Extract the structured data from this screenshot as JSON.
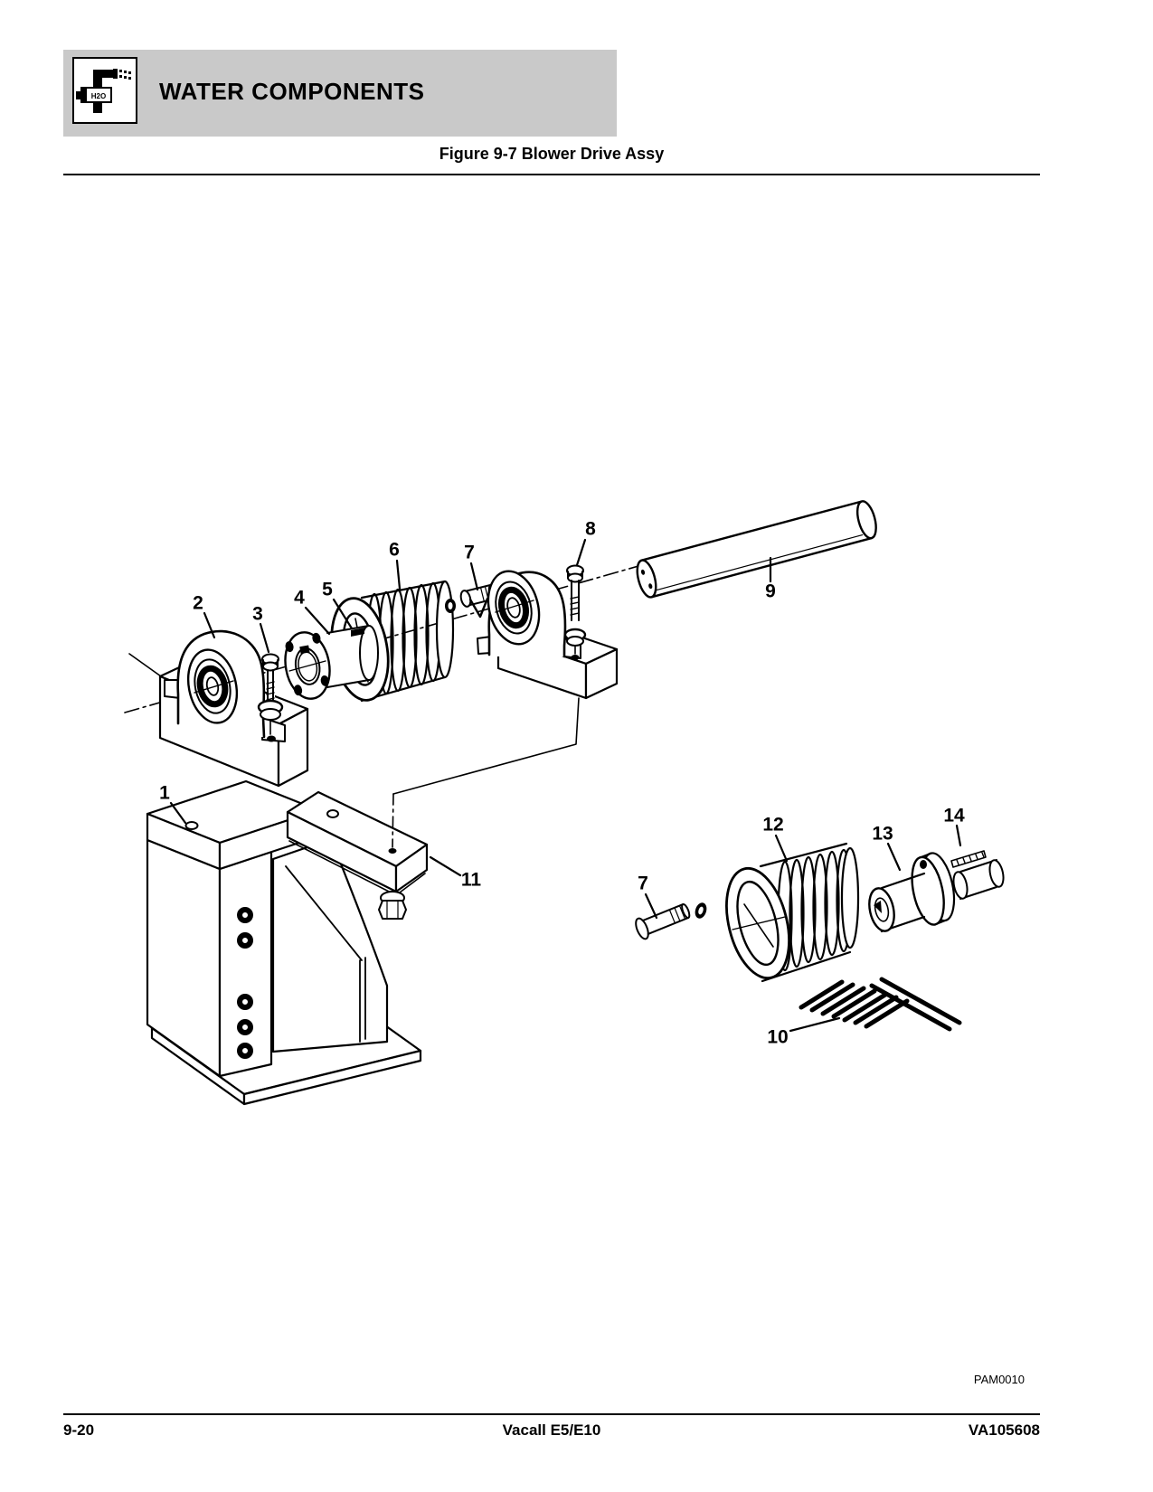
{
  "header": {
    "title": "WATER COMPONENTS",
    "icon_label": "H2O"
  },
  "figure": {
    "title": "Figure 9-7 Blower Drive Assy",
    "image_code": "PAM0010"
  },
  "callouts": [
    {
      "label": "1"
    },
    {
      "label": "2"
    },
    {
      "label": "3"
    },
    {
      "label": "4"
    },
    {
      "label": "5"
    },
    {
      "label": "6"
    },
    {
      "label": "7"
    },
    {
      "label": "8"
    },
    {
      "label": "9"
    },
    {
      "label": "10"
    },
    {
      "label": "11"
    },
    {
      "label": "12"
    },
    {
      "label": "7"
    },
    {
      "label": "13"
    },
    {
      "label": "14"
    }
  ],
  "footer": {
    "page_number": "9-20",
    "model": "Vacall E5/E10",
    "document_number": "VA105608"
  }
}
